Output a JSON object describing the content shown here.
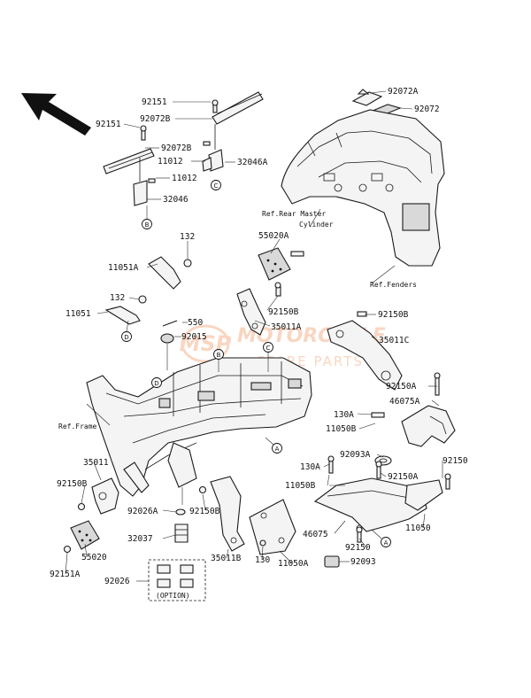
{
  "diagram": {
    "watermark": {
      "logo": "MSP",
      "line1": "MOTORCYCLE",
      "line2": "SPARE PARTS",
      "color": "#f2a57a"
    },
    "labels": [
      {
        "id": "l92151a",
        "text": "92151"
      },
      {
        "id": "l92072b_top",
        "text": "92072B"
      },
      {
        "id": "l92151b",
        "text": "92151"
      },
      {
        "id": "l92072b_left",
        "text": "92072B"
      },
      {
        "id": "l11012a",
        "text": "11012"
      },
      {
        "id": "l32046a",
        "text": "32046A"
      },
      {
        "id": "l11012b",
        "text": "11012"
      },
      {
        "id": "l32046",
        "text": "32046"
      },
      {
        "id": "l92072a",
        "text": "92072A"
      },
      {
        "id": "l92072",
        "text": "92072"
      },
      {
        "id": "l132a",
        "text": "132"
      },
      {
        "id": "l11051a",
        "text": "11051A"
      },
      {
        "id": "l132b",
        "text": "132"
      },
      {
        "id": "l11051",
        "text": "11051"
      },
      {
        "id": "l55020a",
        "text": "55020A"
      },
      {
        "id": "l92150b_mid",
        "text": "92150B"
      },
      {
        "id": "l35011a",
        "text": "35011A"
      },
      {
        "id": "l550",
        "text": "550"
      },
      {
        "id": "l92015",
        "text": "92015"
      },
      {
        "id": "l92150b_right",
        "text": "92150B"
      },
      {
        "id": "l35011c",
        "text": "35011C"
      },
      {
        "id": "l92150a_right",
        "text": "92150A"
      },
      {
        "id": "l46075a",
        "text": "46075A"
      },
      {
        "id": "l130a_top",
        "text": "130A"
      },
      {
        "id": "l11050b_top",
        "text": "11050B"
      },
      {
        "id": "l92093a",
        "text": "92093A"
      },
      {
        "id": "l130a_mid",
        "text": "130A"
      },
      {
        "id": "l92150_right",
        "text": "92150"
      },
      {
        "id": "l35011",
        "text": "35011"
      },
      {
        "id": "l92150b_left",
        "text": "92150B"
      },
      {
        "id": "l11050b_mid",
        "text": "11050B"
      },
      {
        "id": "l92150a_mid",
        "text": "92150A"
      },
      {
        "id": "l92026a",
        "text": "92026A"
      },
      {
        "id": "l92150b_lower",
        "text": "92150B"
      },
      {
        "id": "l46075",
        "text": "46075"
      },
      {
        "id": "l92150_lower",
        "text": "92150"
      },
      {
        "id": "l11050",
        "text": "11050"
      },
      {
        "id": "l32037",
        "text": "32037"
      },
      {
        "id": "l55020",
        "text": "55020"
      },
      {
        "id": "l35011b",
        "text": "35011B"
      },
      {
        "id": "l130",
        "text": "130"
      },
      {
        "id": "l11050a",
        "text": "11050A"
      },
      {
        "id": "l92093",
        "text": "92093"
      },
      {
        "id": "l92151a_bottom",
        "text": "92151A"
      },
      {
        "id": "l92026",
        "text": "92026"
      }
    ],
    "references": {
      "rear_master_line1": "Ref.Rear Master",
      "rear_master_line2": "Cylinder",
      "fenders": "Ref.Fenders",
      "frame": "Ref.Frame",
      "option": "(OPTION)"
    },
    "callouts": {
      "a": "A",
      "b": "B",
      "c": "C",
      "d": "D"
    }
  }
}
